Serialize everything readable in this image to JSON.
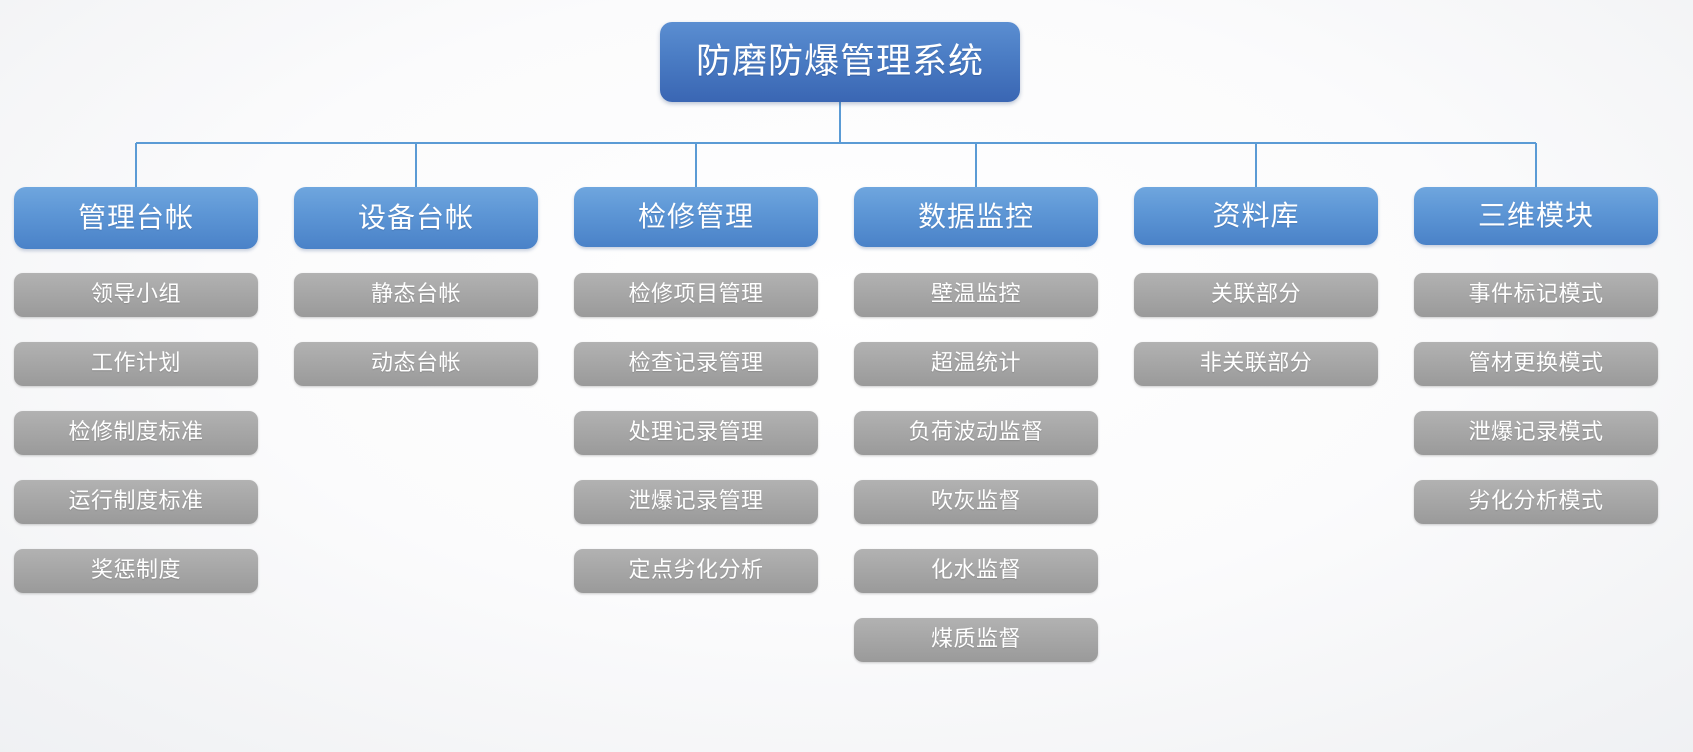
{
  "diagram": {
    "type": "organizational-tree",
    "title": "防磨防爆管理系统",
    "root": {
      "label": "防磨防爆管理系统"
    },
    "colors": {
      "root_fill": "#4a7cc4",
      "branch_fill": "#5e97d6",
      "leaf_fill": "#a7a7a7",
      "connector": "#5b9bd5",
      "text": "#ffffff",
      "background": "#f4f5f7"
    },
    "columns": [
      {
        "label": "管理台帐",
        "items": [
          {
            "label": "领导小组"
          },
          {
            "label": "工作计划"
          },
          {
            "label": "检修制度标准"
          },
          {
            "label": "运行制度标准"
          },
          {
            "label": "奖惩制度"
          }
        ]
      },
      {
        "label": "设备台帐",
        "items": [
          {
            "label": "静态台帐"
          },
          {
            "label": "动态台帐"
          }
        ]
      },
      {
        "label": "检修管理",
        "items": [
          {
            "label": "检修项目管理"
          },
          {
            "label": "检查记录管理"
          },
          {
            "label": "处理记录管理"
          },
          {
            "label": "泄爆记录管理"
          },
          {
            "label": "定点劣化分析"
          }
        ]
      },
      {
        "label": "数据监控",
        "items": [
          {
            "label": "壁温监控"
          },
          {
            "label": "超温统计"
          },
          {
            "label": "负荷波动监督"
          },
          {
            "label": "吹灰监督"
          },
          {
            "label": "化水监督"
          },
          {
            "label": "煤质监督"
          }
        ]
      },
      {
        "label": "资料库",
        "items": [
          {
            "label": "关联部分"
          },
          {
            "label": "非关联部分"
          }
        ]
      },
      {
        "label": "三维模块",
        "items": [
          {
            "label": "事件标记模式"
          },
          {
            "label": "管材更换模式"
          },
          {
            "label": "泄爆记录模式"
          },
          {
            "label": "劣化分析模式"
          }
        ]
      }
    ]
  }
}
